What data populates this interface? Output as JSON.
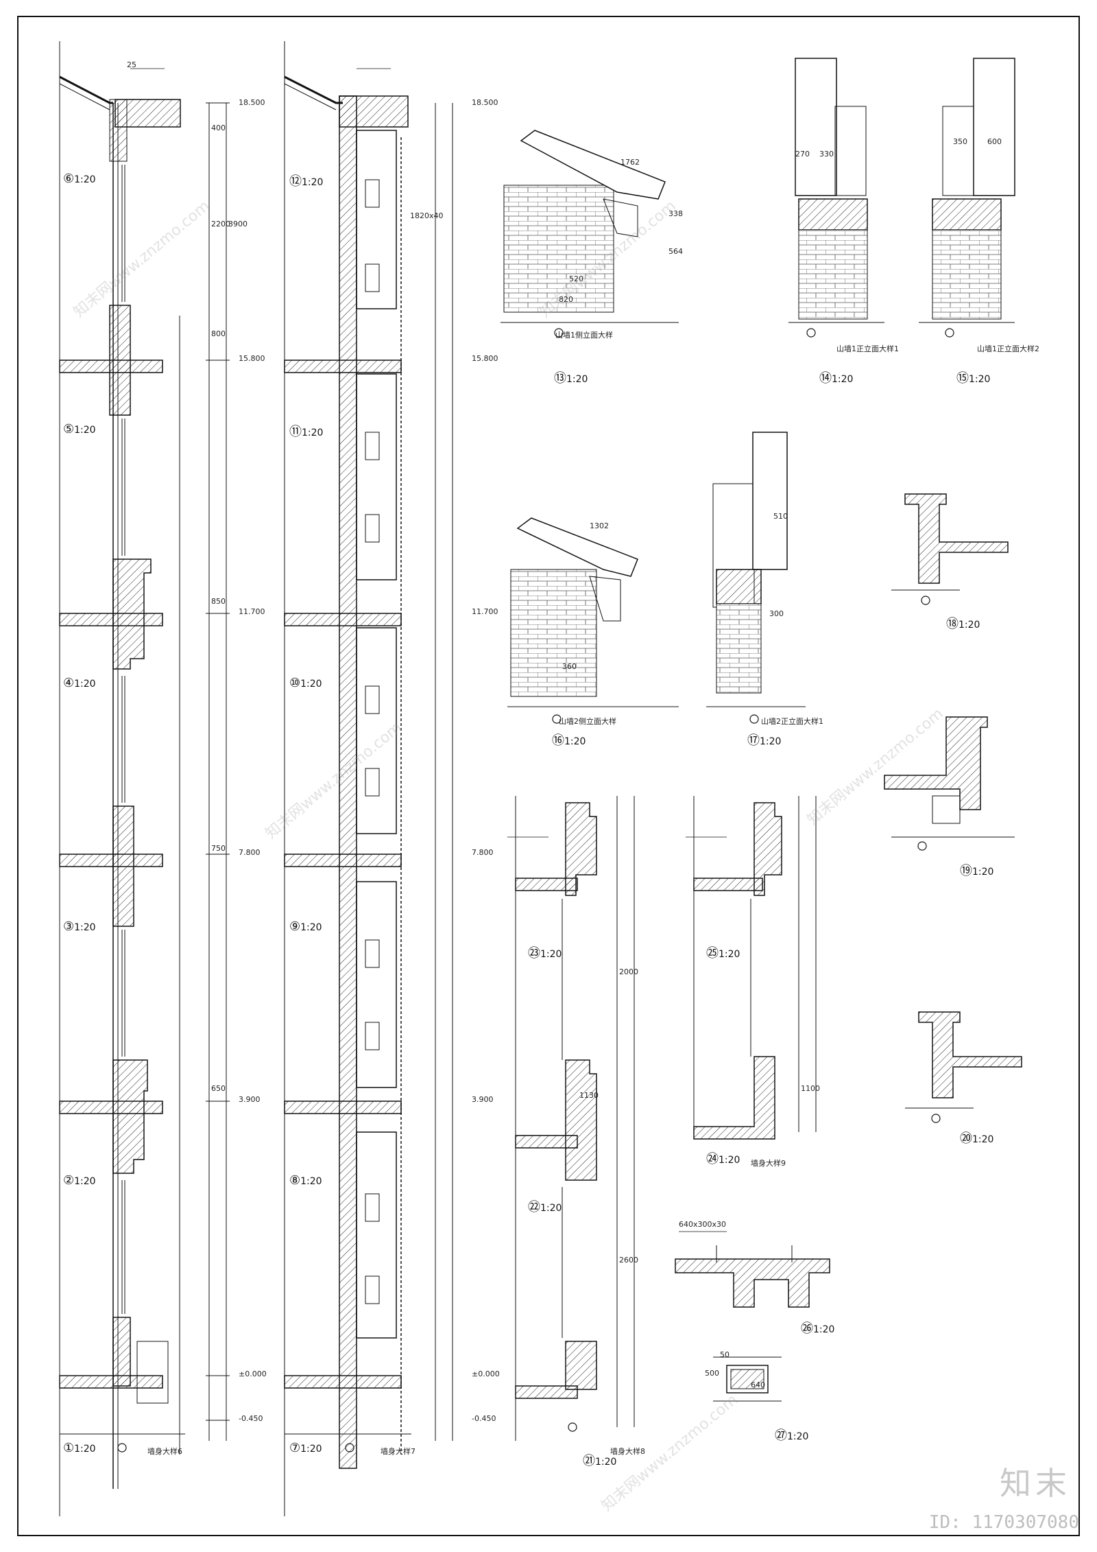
{
  "details": [
    {
      "num": "①",
      "scale": "1:20"
    },
    {
      "num": "②",
      "scale": "1:20"
    },
    {
      "num": "③",
      "scale": "1:20"
    },
    {
      "num": "④",
      "scale": "1:20"
    },
    {
      "num": "⑤",
      "scale": "1:20"
    },
    {
      "num": "⑥",
      "scale": "1:20"
    },
    {
      "num": "⑦",
      "scale": "1:20"
    },
    {
      "num": "⑧",
      "scale": "1:20"
    },
    {
      "num": "⑨",
      "scale": "1:20"
    },
    {
      "num": "⑩",
      "scale": "1:20"
    },
    {
      "num": "⑪",
      "scale": "1:20"
    },
    {
      "num": "⑫",
      "scale": "1:20"
    },
    {
      "num": "⑬",
      "scale": "1:20"
    },
    {
      "num": "⑭",
      "scale": "1:20"
    },
    {
      "num": "⑮",
      "scale": "1:20"
    },
    {
      "num": "⑯",
      "scale": "1:20"
    },
    {
      "num": "⑰",
      "scale": "1:20"
    },
    {
      "num": "⑱",
      "scale": "1:20"
    },
    {
      "num": "⑲",
      "scale": "1:20"
    },
    {
      "num": "⑳",
      "scale": "1:20"
    },
    {
      "num": "㉑",
      "scale": "1:20"
    },
    {
      "num": "㉒",
      "scale": "1:20"
    },
    {
      "num": "㉓",
      "scale": "1:20"
    },
    {
      "num": "㉔",
      "scale": "1:20"
    },
    {
      "num": "㉕",
      "scale": "1:20"
    },
    {
      "num": "㉖",
      "scale": "1:20"
    },
    {
      "num": "㉗",
      "scale": "1:20"
    }
  ],
  "captions": {
    "wall6": "墙身大样6",
    "wall7": "墙身大样7",
    "wall8": "墙身大样8",
    "wall9": "墙身大样9",
    "gable1_side": "山墙1侧立面大样",
    "gable1_front1": "山墙1正立面大样1",
    "gable1_front2": "山墙1正立面大样2",
    "gable2_side": "山墙2侧立面大样",
    "gable2_front1": "山墙2正立面大样1"
  },
  "elevations": [
    "18.500",
    "15.800",
    "11.700",
    "7.800",
    "3.900",
    "±0.000",
    "-0.450"
  ],
  "dims": {
    "d1": "400",
    "d2": "2200",
    "d3": "3900",
    "d4": "800",
    "d5": "850",
    "d6": "750",
    "d7": "650",
    "d8": "1762",
    "d9": "1302",
    "d10": "520",
    "d11": "820",
    "d12": "360",
    "d13": "270",
    "d14": "330",
    "d15": "350",
    "d16": "600",
    "d17": "510",
    "d18": "300",
    "d19": "640",
    "d20": "500",
    "d21": "564",
    "d22": "338",
    "d23": "2000",
    "d24": "1100",
    "d25": "1130",
    "d26": "2600",
    "d27": "50"
  },
  "notes": {
    "n1": "1820x40",
    "n2": "640x300x30",
    "n3": "25"
  },
  "brand": "知末",
  "id_text": "ID: 1170307080",
  "watermark": "知末网www.znzmo.com"
}
